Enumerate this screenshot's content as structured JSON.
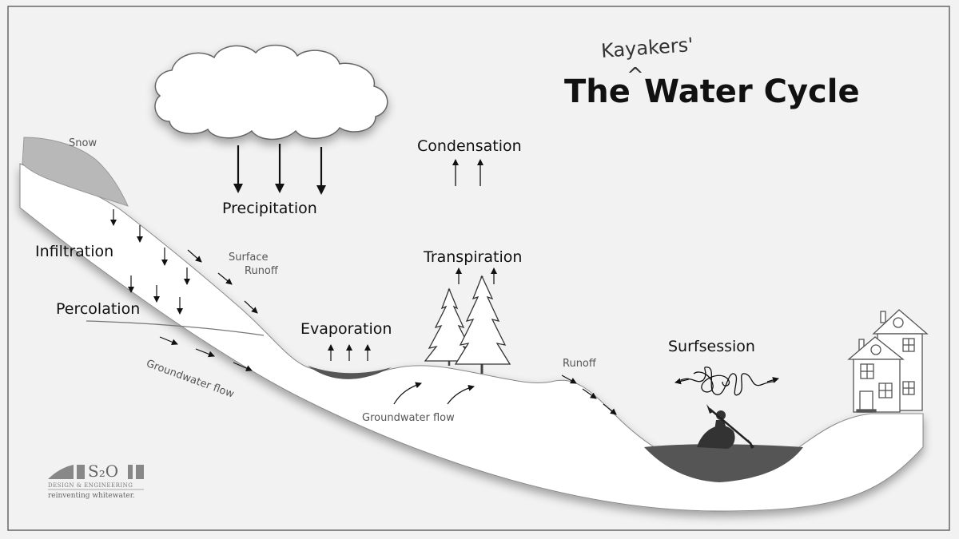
{
  "title": {
    "annotation": "Kayakers'",
    "caret": "^",
    "the": "The",
    "main": "Water Cycle"
  },
  "labels": {
    "snow": "Snow",
    "condensation": "Condensation",
    "precipitation": "Precipitation",
    "infiltration": "Infiltration",
    "surface_runoff_1": "Surface",
    "surface_runoff_2": "Runoff",
    "percolation": "Percolation",
    "groundwater_flow_left": "Groundwater flow",
    "evaporation": "Evaporation",
    "transpiration": "Transpiration",
    "runoff": "Runoff",
    "surfsession": "Surfsession",
    "groundwater_flow_center": "Groundwater flow"
  },
  "logo": {
    "wordmark": "S₂O",
    "line": "DESIGN & ENGINEERING",
    "tagline": "reinventing whitewater."
  },
  "colors": {
    "background": "#f2f2f2",
    "ground": "#ffffff",
    "water": "#555555",
    "snow": "#b8b8b8",
    "outline": "#777777"
  }
}
